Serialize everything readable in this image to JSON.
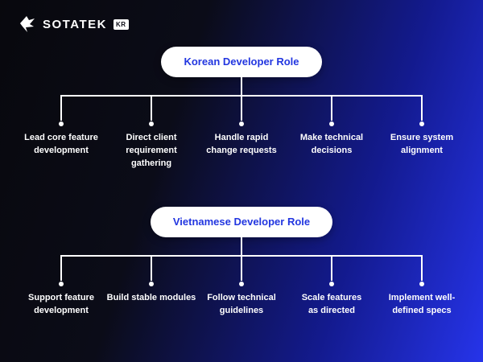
{
  "brand": {
    "name": "SOTATEK",
    "region": "KR"
  },
  "sections": [
    {
      "title": "Korean Developer Role",
      "items": [
        "Lead core feature\ndevelopment",
        "Direct client\nrequirement gathering",
        "Handle rapid\nchange requests",
        "Make technical\ndecisions",
        "Ensure system\nalignment"
      ]
    },
    {
      "title": "Vietnamese Developer Role",
      "items": [
        "Support feature\ndevelopment",
        "Build stable modules",
        "Follow technical\nguidelines",
        "Scale features\nas directed",
        "Implement well-\ndefined specs"
      ]
    }
  ],
  "colors": {
    "background_dark": "#08080d",
    "background_blue": "#2634ea",
    "pill_background": "#ffffff",
    "pill_text": "#2236e0",
    "connector": "#ffffff",
    "label_text": "#ffffff"
  }
}
